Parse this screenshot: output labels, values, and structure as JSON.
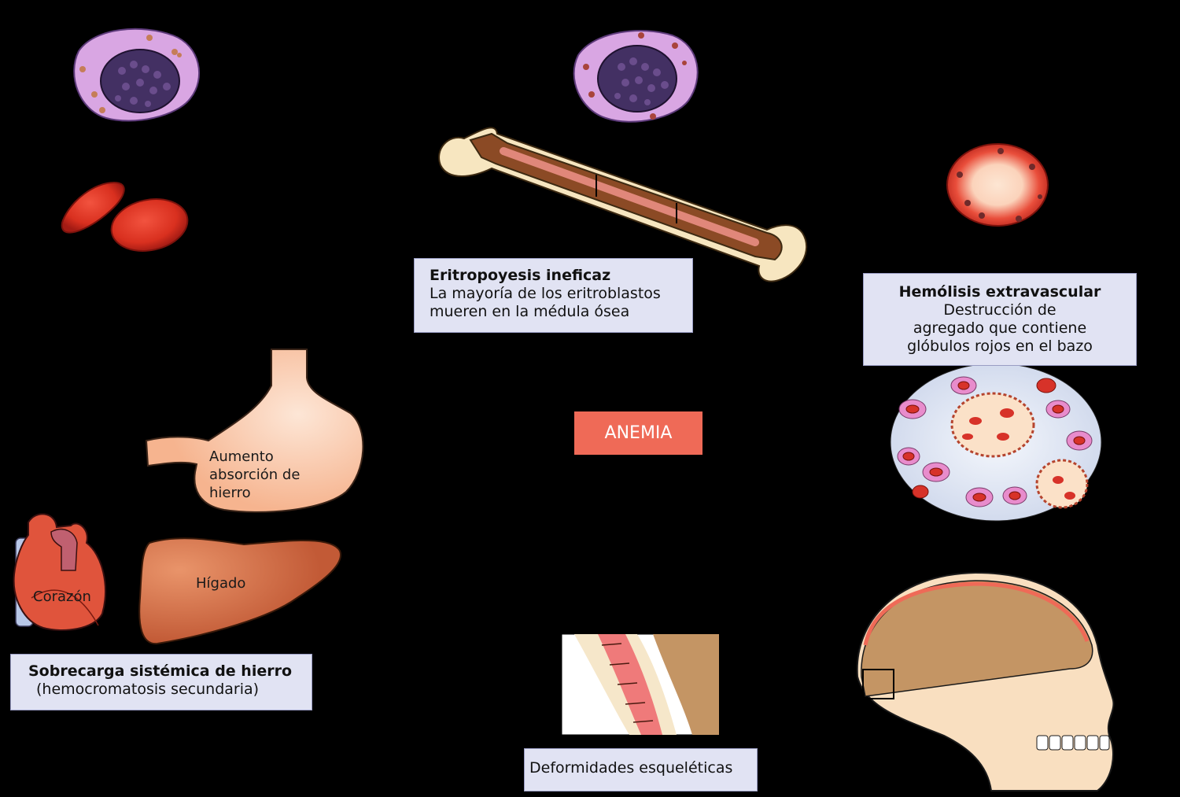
{
  "boxes": {
    "eritropoyesis": {
      "title": "Eritropoyesis ineficaz",
      "line1": "La mayoría de los eritroblastos",
      "line2": "mueren en la médula ósea"
    },
    "hemolisis": {
      "title": "Hemólisis extravascular",
      "line1": "Destrucción de",
      "line2": "agregado que contiene",
      "line3": "glóbulos rojos en el bazo"
    },
    "sobrecarga": {
      "title": "Sobrecarga sistémica de hierro",
      "line1": "(hemocromatosis secundaria)"
    },
    "deformidades": {
      "title": "Deformidades esqueléticas"
    }
  },
  "center_badge": "ANEMIA",
  "organ_labels": {
    "stomach_line1": "Aumento",
    "stomach_line2": "absorción de",
    "stomach_line3": "hierro",
    "heart": "Corazón",
    "liver": "Hígado"
  },
  "colors": {
    "background": "#000000",
    "anemia": "#ef6a57",
    "label_box": "#e1e3f3"
  }
}
